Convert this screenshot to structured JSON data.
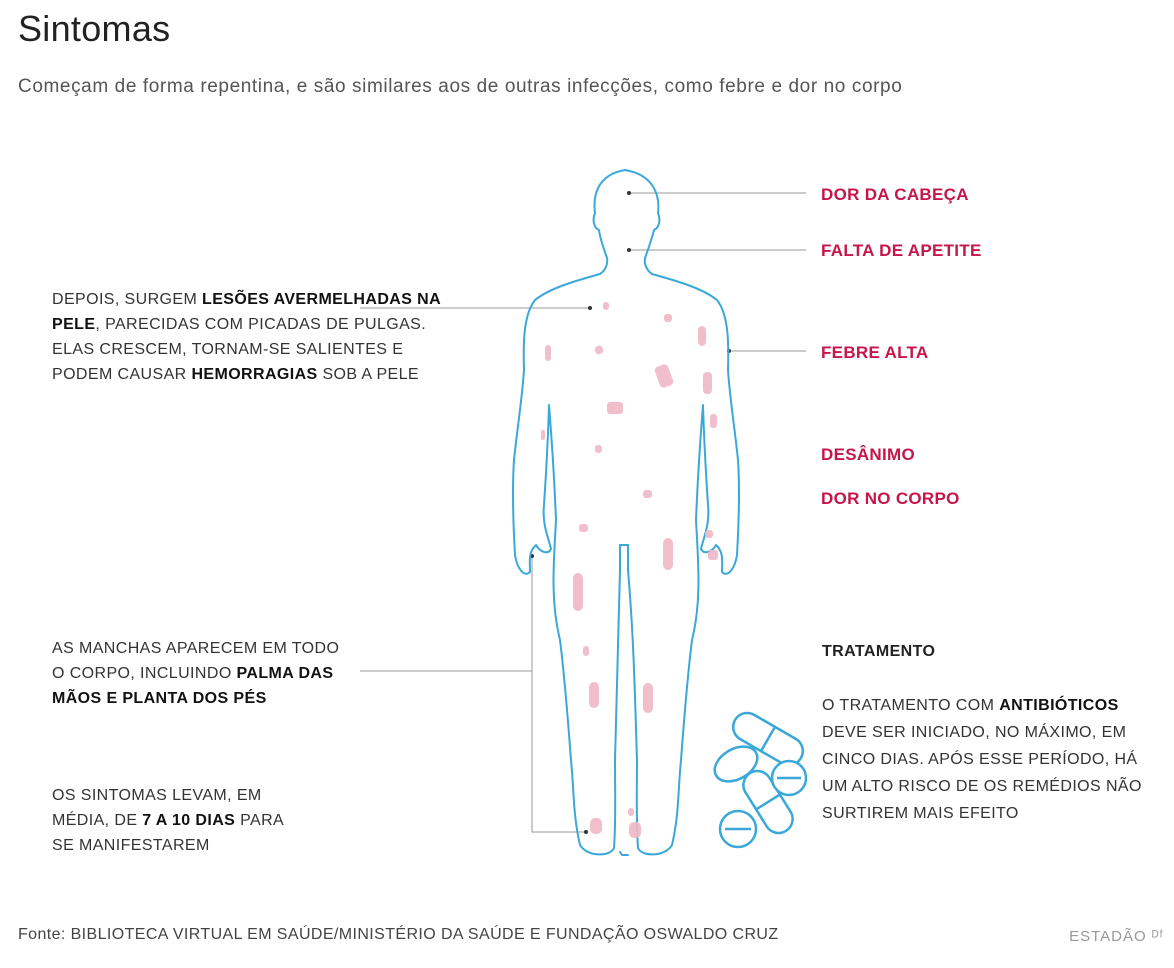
{
  "header": {
    "title": "Sintomas",
    "subtitle": "Começam de forma repentina, e são similares aos de outras infecções, como febre e dor no corpo"
  },
  "symptoms": [
    "DOR DA CABEÇA",
    "FALTA DE APETITE",
    "FEBRE ALTA",
    "DESÂNIMO",
    "DOR NO CORPO"
  ],
  "notes": {
    "lesions": {
      "line1_pre": "DEPOIS, SURGEM ",
      "line1_bold": "LESÕES AVERMELHADAS NA",
      "line2_bold": "PELE",
      "line2_post": ", PARECIDAS COM PICADAS DE PULGAS.",
      "line3": "ELAS CRESCEM, TORNAM-SE SALIENTES E",
      "line4_pre": "PODEM CAUSAR ",
      "line4_bold": "HEMORRAGIAS",
      "line4_post": " SOB A PELE"
    },
    "spots": {
      "line1": "AS MANCHAS APARECEM EM TODO",
      "line2_pre": "O CORPO, INCLUINDO ",
      "line2_bold": "PALMA DAS",
      "line3_bold": "MÃOS E PLANTA DOS PÉS"
    },
    "onset": {
      "line1": "OS SINTOMAS LEVAM, EM",
      "line2_pre": "MÉDIA, DE ",
      "line2_bold": "7 A 10 DIAS",
      "line2_post": " PARA",
      "line3": "SE MANIFESTAREM"
    }
  },
  "treatment": {
    "heading": "TRATAMENTO",
    "pre": "O TRATAMENTO COM ",
    "bold": "ANTIBIÓTICOS",
    "post": " DEVE SER INICIADO, NO MÁXIMO, EM CINCO DIAS. APÓS ESSE PERÍODO, HÁ UM ALTO RISCO DE OS REMÉDIOS NÃO SURTIREM MAIS EFEITO"
  },
  "footer": {
    "source": "Fonte: BIBLIOTECA VIRTUAL EM SAÚDE/MINISTÉRIO DA SAÚDE E FUNDAÇÃO OSWALDO CRUZ",
    "logo": "ESTADÃO ᴰᶠ"
  },
  "colors": {
    "body_outline": "#3aa8d8",
    "lesion": "#f0b8c6",
    "symptom_text": "#c7154a",
    "leader_line": "#9a9a9a",
    "pill_outline": "#3aa8d8"
  }
}
